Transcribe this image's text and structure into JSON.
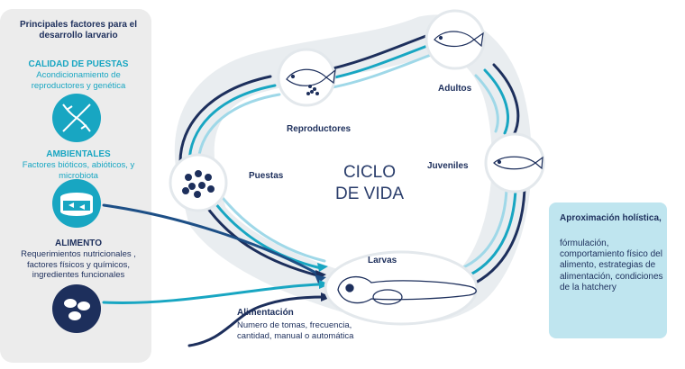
{
  "left_panel": {
    "title": "Principales factores para el desarrollo larvario",
    "sections": [
      {
        "title": "CALIDAD DE PUESTAS",
        "description": "Acondicionamiento de reproductores y genética",
        "icon": "dna-icon",
        "color": "#18a6c2"
      },
      {
        "title": "AMBIENTALES",
        "description": "Factores bióticos, abióticos, y microbiota",
        "icon": "fish-tank-icon",
        "color": "#18a6c2"
      },
      {
        "title": "ALIMENTO",
        "description": "Requerimientos nutricionales , factores físicos y químicos, ingredientes funcionales",
        "icon": "feed-pellets-icon",
        "color": "#1d2f5c"
      }
    ]
  },
  "cycle": {
    "center_title": [
      "CICLO",
      "DE VIDA"
    ],
    "stages": {
      "reproductores": "Reproductores",
      "adultos": "Adultos",
      "juveniles": "Juveniles",
      "larvas": "Larvas",
      "puestas": "Puestas"
    }
  },
  "alimentacion": {
    "title": "Alimentación",
    "description": "Numero de tomas, frecuencia, cantidad, manual o automática"
  },
  "holistic_box": {
    "title": "Aproximación holística,",
    "description": "fórmulación, comportamiento físico del alimento, estrategias de alimentación, condiciones de la hatchery"
  },
  "colors": {
    "navy": "#1d2f5c",
    "teal": "#18a6c2",
    "light_blue": "#bfe5ef",
    "panel_gray": "#ececec"
  }
}
